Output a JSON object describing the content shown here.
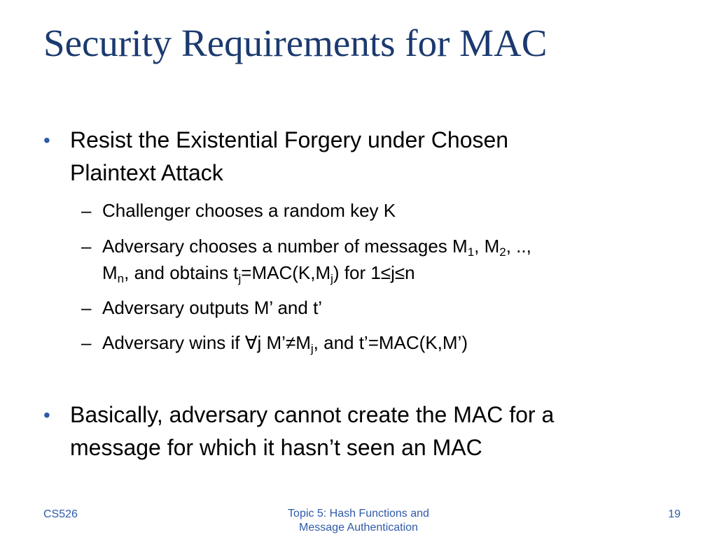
{
  "slide": {
    "title": "Security Requirements for MAC",
    "bullets": [
      {
        "marker": "•",
        "line1": "Resist the Existential Forgery under Chosen",
        "line2": "Plaintext Attack"
      },
      {
        "marker": "•",
        "line1": "Basically, adversary cannot create the MAC for a",
        "line2": "message for which it hasn’t seen an MAC"
      }
    ],
    "subitems": {
      "marker": "–",
      "item1": "Challenger chooses a random key K",
      "item2": {
        "t1": "Adversary chooses a number of messages M",
        "s1": "1",
        "t2": ", M",
        "s2": "2",
        "t3": ", ..,",
        "t4": "M",
        "s3": "n",
        "t5": ", and obtains t",
        "s4": "j",
        "t6": "=MAC(K,M",
        "s5": "j",
        "t7": ") for 1≤j≤n"
      },
      "item3": "Adversary outputs M’ and t’",
      "item4": {
        "t1": "Adversary wins if ∀j M’≠M",
        "s1": "j",
        "t2": ", and t’=MAC(K,M’)"
      }
    }
  },
  "footer": {
    "left": "CS526",
    "center_line1": "Topic 5: Hash Functions and",
    "center_line2": "Message Authentication",
    "page_number": "19"
  },
  "colors": {
    "title": "#1b3a6f",
    "bullet_marker": "#2f5aa8",
    "footer_text": "#2f5aa8"
  }
}
